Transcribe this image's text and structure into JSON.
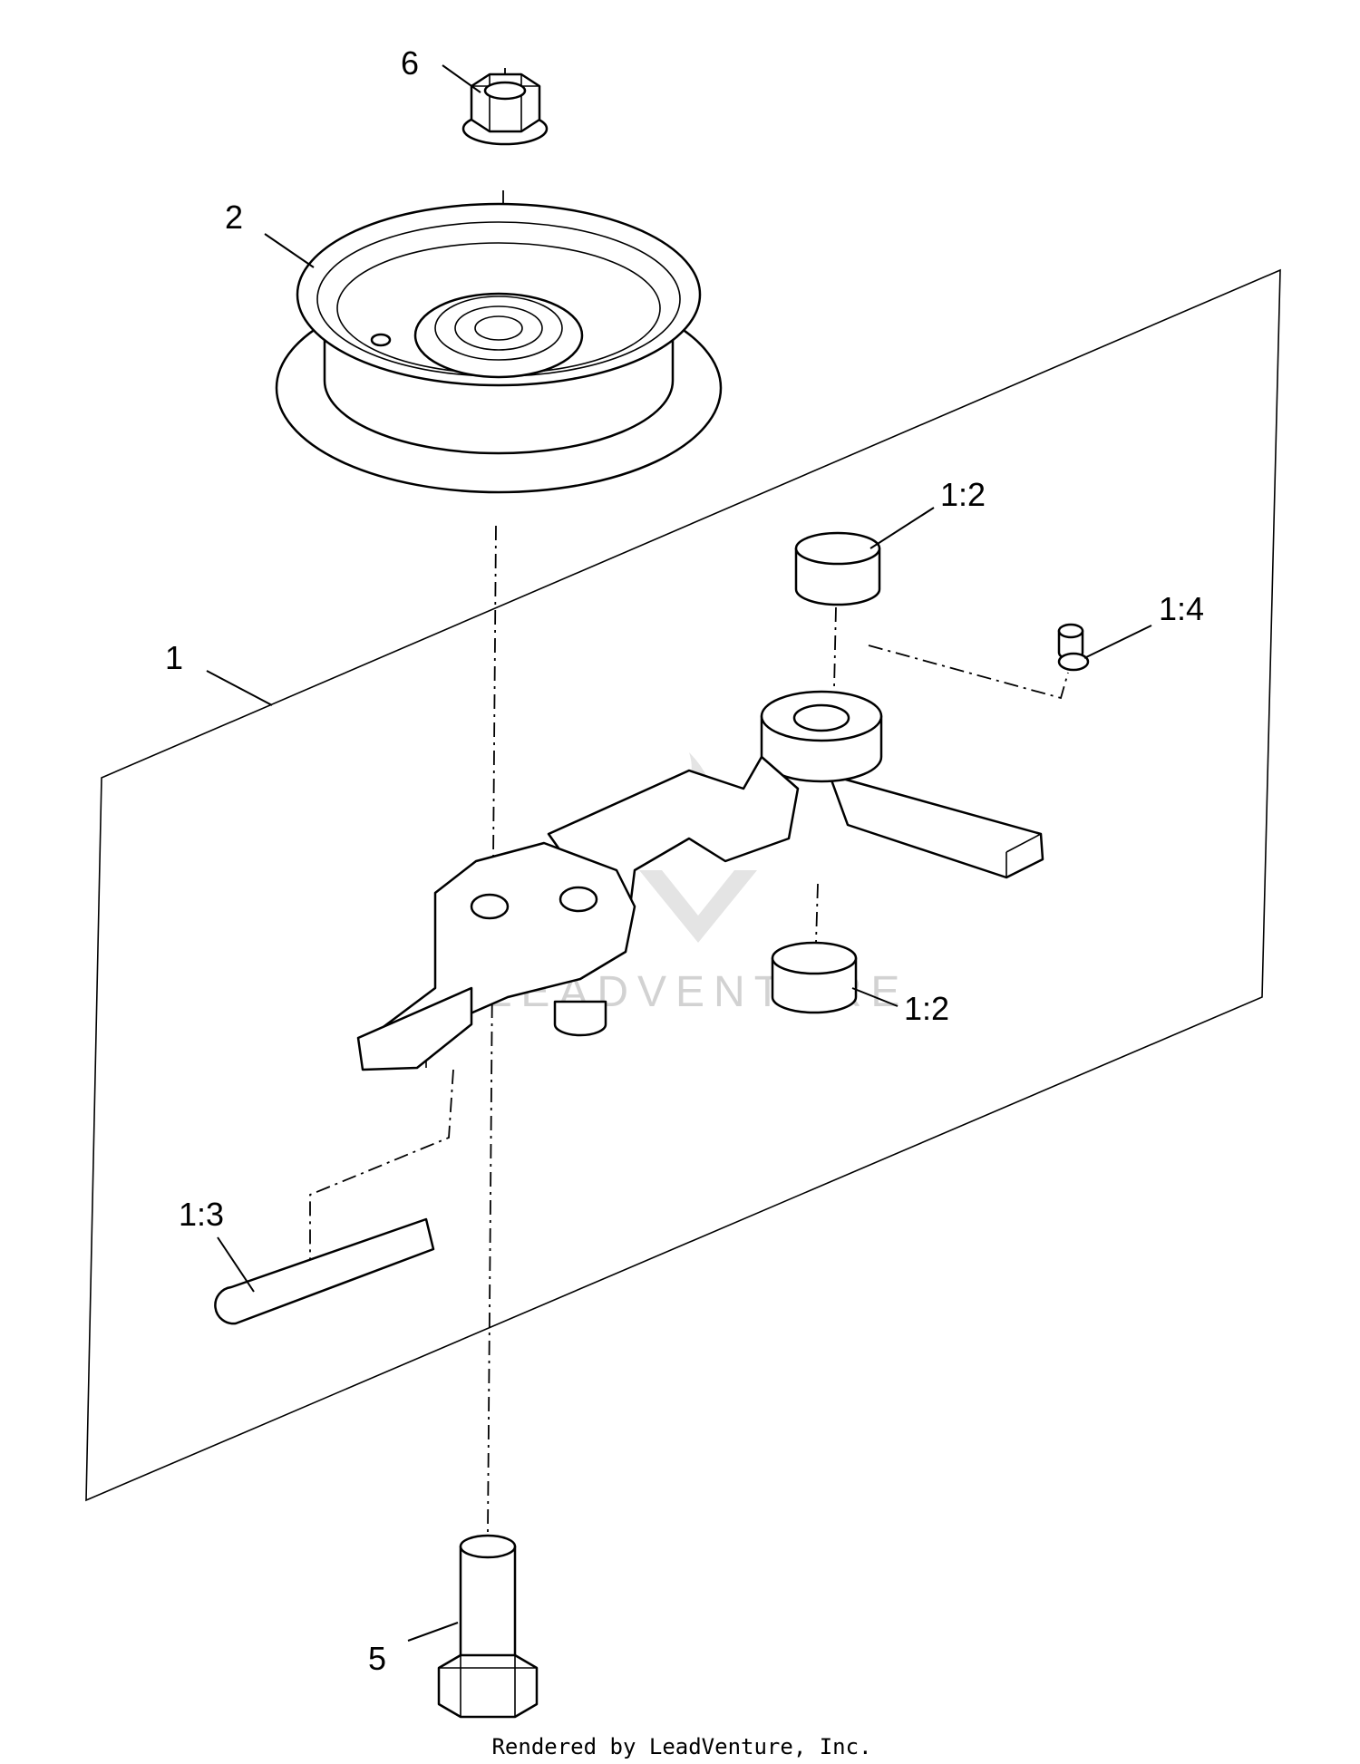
{
  "callouts": [
    {
      "id": "nut",
      "label": "6"
    },
    {
      "id": "pulley",
      "label": "2"
    },
    {
      "id": "arm-assembly",
      "label": "1"
    },
    {
      "id": "bushing-top",
      "label": "1:2"
    },
    {
      "id": "grease-fitting",
      "label": "1:4"
    },
    {
      "id": "bushing-bottom",
      "label": "1:2"
    },
    {
      "id": "decal",
      "label": "1:3"
    },
    {
      "id": "bolt",
      "label": "5"
    }
  ],
  "watermark": "LEADVENTURE",
  "footer": "Rendered by LeadVenture, Inc."
}
